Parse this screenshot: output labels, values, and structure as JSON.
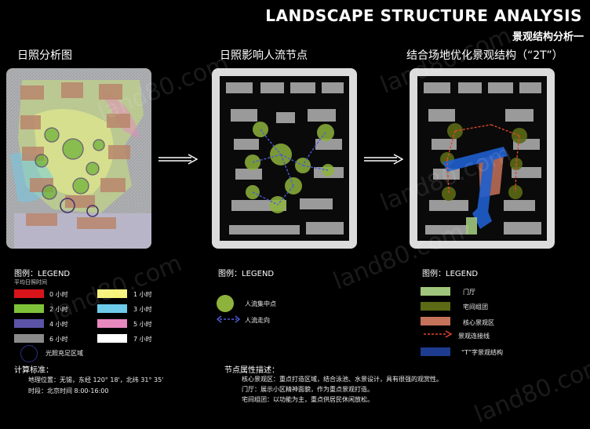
{
  "header": {
    "title": "LANDSCAPE STRUCTURE ANALYSIS",
    "subtitle": "景观结构分析一"
  },
  "panels": [
    {
      "title": "日照分析图"
    },
    {
      "title": "日照影响人流节点"
    },
    {
      "title": "结合场地优化景观结构（“2T”）"
    }
  ],
  "legend1": {
    "title": "图例：LEGEND",
    "subtitle": "平均日照时间",
    "items": [
      {
        "label": "0 小时",
        "color": "#d7141a"
      },
      {
        "label": "1 小时",
        "color": "#f7f37a"
      },
      {
        "label": "2 小时",
        "color": "#7ec23a"
      },
      {
        "label": "3 小时",
        "color": "#6dcbe9"
      },
      {
        "label": "4 小时",
        "color": "#5b54a7"
      },
      {
        "label": "5 小时",
        "color": "#e789be"
      },
      {
        "label": "6 小时",
        "color": "#8a8a8a"
      },
      {
        "label": "7 小时",
        "color": "#ffffff"
      }
    ],
    "circle_label": "光照充足区域"
  },
  "legend2": {
    "title": "图例：LEGEND",
    "items": [
      {
        "label": "人流集中点"
      },
      {
        "label": "人流走向"
      }
    ]
  },
  "legend3": {
    "title": "图例：LEGEND",
    "items": [
      {
        "label": "门厅",
        "color": "#9fc57c"
      },
      {
        "label": "宅间组团",
        "color": "#5c6a16"
      },
      {
        "label": "核心景观区",
        "color": "#c5725b"
      },
      {
        "label": "景观连接线"
      },
      {
        "label": "“T”字景观结构",
        "color": "#1d3c8f"
      }
    ]
  },
  "calc": {
    "title": "计算标准：",
    "line1": "地理位置：无锡，东经 120° 18'，北纬 31° 35'",
    "line2": "时段：北京时间 8:00-16:00"
  },
  "nodes": {
    "title": "节点属性描述：",
    "line1": "核心景观区：重点打造区域，结合泳池、水景设计，具有很强的观赏性。",
    "line2": "门厅：展示小区精神面貌，作为重点景观打造。",
    "line3": "宅间组团：以功能为主，重点供居民休闲放松。"
  },
  "watermark": "land80.com"
}
